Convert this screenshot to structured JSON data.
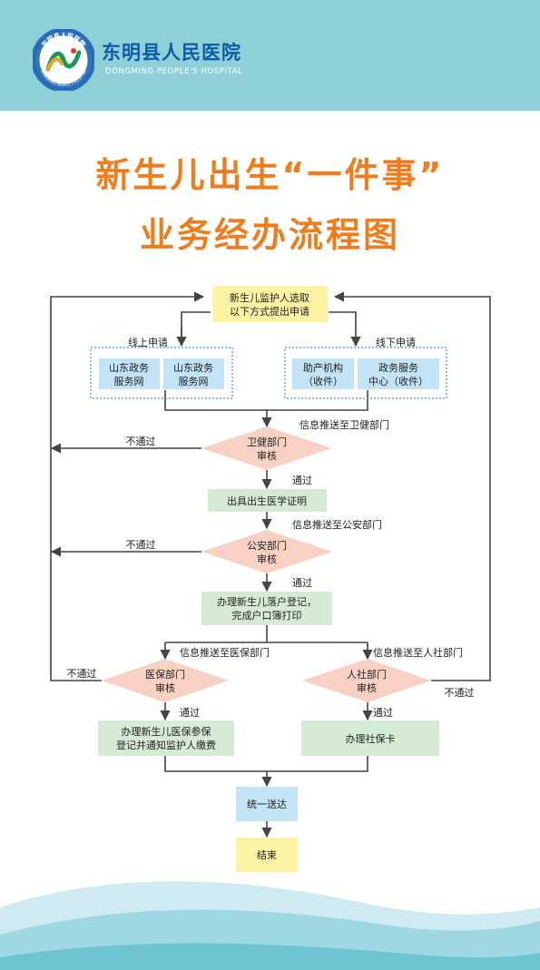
{
  "header": {
    "hospital_name": "东明县人民医院",
    "hospital_name_en": "DONGMING PEOPLE'S HOSPITAL",
    "logo_ring_text": "东明县人民医院",
    "logo_ring_text_en": "DONGMING PEOPLE'S HOSPITAL"
  },
  "title": {
    "line1": "新生儿出生“一件事”",
    "line2": "业务经办流程图"
  },
  "flow": {
    "start": [
      "新生儿监护人选取",
      "以下方式提出申请"
    ],
    "online_label": "线上申请",
    "offline_label": "线下申请",
    "online_options": [
      [
        "山东政务",
        "服务网"
      ],
      [
        "山东政务",
        "服务网"
      ]
    ],
    "offline_options": [
      [
        "助产机构",
        "（收件）"
      ],
      [
        "政务服务",
        "中心（收件）"
      ]
    ],
    "push_health": "信息推送至卫健部门",
    "health_review": [
      "卫健部门",
      "审核"
    ],
    "pass": "通过",
    "fail": "不通过",
    "birth_cert": "出具出生医学证明",
    "push_police": "信息推送至公安部门",
    "police_review": [
      "公安部门",
      "审核"
    ],
    "hukou": [
      "办理新生儿落户登记，",
      "完成户口簿打印"
    ],
    "push_medical": "信息推送至医保部门",
    "push_social": "信息推送至人社部门",
    "medical_review": [
      "医保部门",
      "审核"
    ],
    "social_review": [
      "人社部门",
      "审核"
    ],
    "medical_action": [
      "办理新生儿医保参保",
      "登记并通知监护人缴费"
    ],
    "social_action": "办理社保卡",
    "unified": "统一送达",
    "end": "结束"
  },
  "colors": {
    "top_band": "#8fd0d8",
    "title": "#ee7d1d",
    "hospital_name": "#0f5aa8",
    "yellow_box": "#fdf3a5",
    "green_box": "#d6ebd3",
    "pink_diamond": "#f9d0c4",
    "blue_box": "#c3e3f6",
    "dotted_border": "#3a9bd6",
    "arrows": "#444444"
  }
}
